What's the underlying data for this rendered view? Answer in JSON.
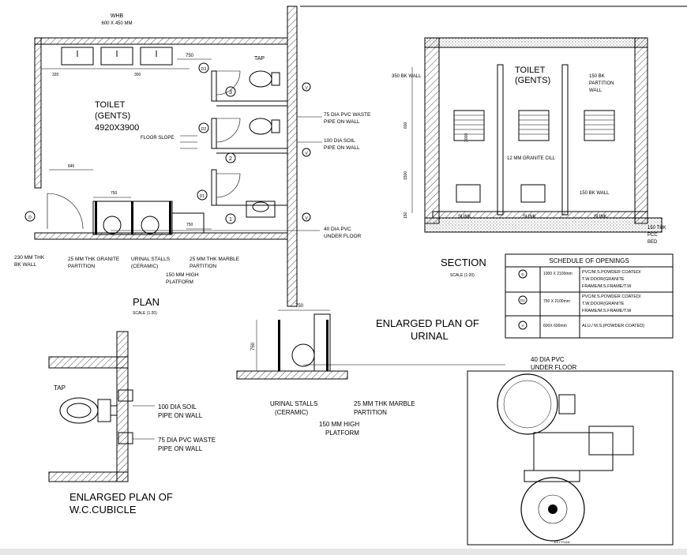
{
  "plan": {
    "whb": "WHB",
    "whb_size": "600 X 450 MM",
    "tap": "TAP",
    "dim_750_top": "750",
    "dim_320": "320",
    "dim_300": "300",
    "toilet_title_1": "TOILET",
    "toilet_title_2": "(GENTS)",
    "toilet_size": "4920X3900",
    "floor_slope": "FLOOR SLOPE",
    "door_d3": "D3",
    "door_d2": "D2",
    "door_d1": "D1",
    "door_d": "D",
    "cubicle_3": "3",
    "cubicle_2": "2",
    "cubicle_1": "1",
    "vent": "V",
    "waste_pipe_1": "75 DIA PVC WASTE",
    "waste_pipe_2": "PIPE ON WALL",
    "soil_pipe_1": "100 DIA SOIL",
    "soil_pipe_2": "PIPE ON WALL",
    "dim_845": "845",
    "dim_750_urinal": "750",
    "dim_750_wc": "750",
    "under_floor_1": "40 DIA PVC",
    "under_floor_2": "UNDER FLOOR",
    "bk_wall_1": "230 MM THK",
    "bk_wall_2": "BK WALL",
    "granite_1": "25 MM THK GRANITE",
    "granite_2": "PARTITION",
    "urinal_stalls_1": "URINAL STALLS",
    "urinal_stalls_2": "(CERAMIC)",
    "marble_1": "25 MM THK MARBLE",
    "marble_2": "PARTITION",
    "platform_1": "150 MM HIGH",
    "platform_2": "PLATFORM",
    "title": "PLAN",
    "scale": "SCALE (1:20)"
  },
  "section": {
    "bk_350": "350 BK WALL",
    "toilet_1": "TOILET",
    "toilet_2": "(GENTS)",
    "partition_1": "150 BK",
    "partition_2": "PARTITION",
    "partition_3": "WALL",
    "dim_600": "600",
    "dim_3000": "3000",
    "dim_1500": "1500",
    "dim_150": "150",
    "granite_cill": "12 MM GRANITE CILL",
    "bk_150": "150 BK WALL",
    "sunk": "SUNK",
    "pcc_1": "150 THK",
    "pcc_2": "PCC",
    "pcc_3": "BED",
    "title": "SECTION",
    "scale": "SCALE (1:20)"
  },
  "schedule": {
    "title": "SCHEDULE OF OPENINGS",
    "rows": [
      {
        "mark": "D",
        "size": "1000 X 2100mm",
        "spec": [
          "PVC/M.S.POWDER COATED/",
          "T.W.DOOR(GRANITE",
          "FRAME/M.S.FRAME/T.W"
        ]
      },
      {
        "mark": "D1",
        "size": "750 X 2100mm",
        "spec": [
          "PVC/M.S.POWDER COATED/",
          "T.W.DOOR(GRANITE",
          "FRAME/M.S.FRAME/T.W"
        ]
      },
      {
        "mark": "V",
        "size": "600X 600mm",
        "spec": [
          "ALU./ M.S.(POWDER COATED)"
        ]
      }
    ]
  },
  "urinal_plan": {
    "title_1": "ENLARGED PLAN OF",
    "title_2": "URINAL",
    "dim_750_h": "750",
    "dim_750_v": "750",
    "under_floor_1": "40 DIA PVC",
    "under_floor_2": "UNDER FLOOR",
    "stalls_1": "URINAL STALLS",
    "stalls_2": "(CERAMIC)",
    "marble_1": "25 MM THK MARBLE",
    "marble_2": "PARTITION",
    "platform_1": "150 MM HIGH",
    "platform_2": "PLATFORM"
  },
  "wc_plan": {
    "tap": "TAP",
    "soil_1": "100 DIA SOIL",
    "soil_2": "PIPE ON WALL",
    "waste_1": "75 DIA PVC WASTE",
    "waste_2": "PIPE ON WALL",
    "title_1": "ENLARGED PLAN OF",
    "title_2": "W.C.CUBICLE"
  },
  "key_plan": {
    "label": "KEY PLAN"
  }
}
